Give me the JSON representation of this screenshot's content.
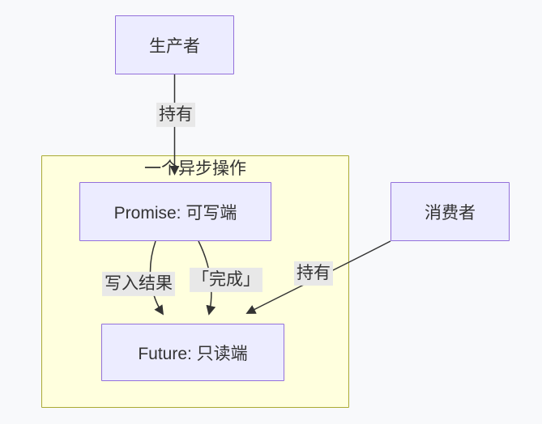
{
  "diagram": {
    "type": "flowchart",
    "colors": {
      "background": "#f8f9fb",
      "node_fill": "#ececff",
      "node_border": "#9370db",
      "subgraph_fill": "#ffffde",
      "subgraph_border": "#aaaa33",
      "edge_color": "#333333",
      "edge_label_bg": "#e8e8e8",
      "text": "#333333"
    },
    "subgraph": {
      "label": "一个异步操作"
    },
    "nodes": {
      "producer": {
        "label": "生产者"
      },
      "promise": {
        "label": "Promise: 可写端"
      },
      "future": {
        "label": "Future: 只读端"
      },
      "consumer": {
        "label": "消费者"
      }
    },
    "edges": {
      "producer_to_promise": {
        "label": "持有",
        "from": "生产者",
        "to": "Promise: 可写端"
      },
      "promise_to_future_write": {
        "label": "写入结果",
        "from": "Promise: 可写端",
        "to": "Future: 只读端"
      },
      "promise_to_future_complete": {
        "label": "「完成」",
        "from": "Promise: 可写端",
        "to": "Future: 只读端"
      },
      "consumer_to_future": {
        "label": "持有",
        "from": "消费者",
        "to": "Future: 只读端"
      }
    }
  }
}
